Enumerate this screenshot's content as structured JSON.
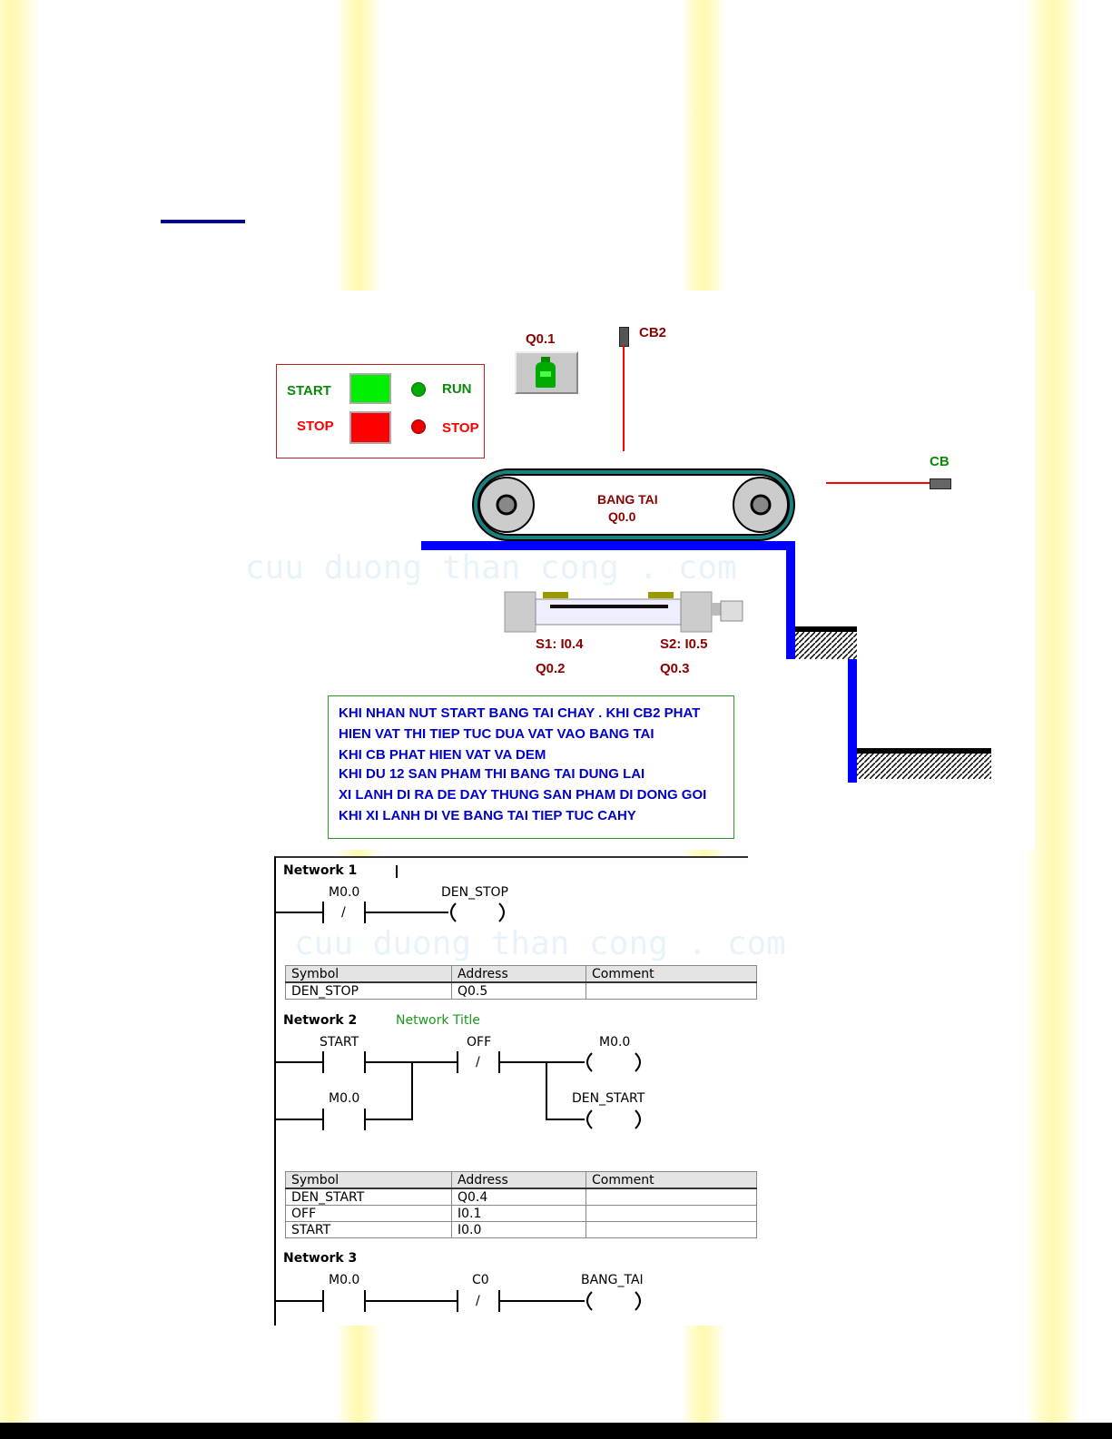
{
  "hmi": {
    "start_label": "START",
    "stop_label": "STOP",
    "run_lamp_label": "RUN",
    "stop_lamp_label": "STOP",
    "q01": "Q0.1",
    "cb2": "CB2",
    "cb": "CB",
    "conveyor_title": "BANG TAI",
    "conveyor_addr": "Q0.0",
    "s1": "S1: I0.4",
    "s2": "S2: I0.5",
    "q02": "Q0.2",
    "q03": "Q0.3"
  },
  "watermark": "cuu duong than cong . com",
  "notes": [
    "KHI NHAN NUT START BANG TAI CHAY . KHI CB2 PHAT",
    "HIEN VAT THI TIEP TUC DUA VAT VAO BANG TAI",
    "KHI CB PHAT HIEN VAT VA DEM",
    "KHI DU 12 SAN PHAM THI BANG TAI DUNG LAI",
    "XI LANH DI RA DE DAY THUNG SAN PHAM DI DONG GOI",
    "KHI XI LANH DI VE BANG TAI TIEP TUC CAHY"
  ],
  "ladder": {
    "n1": {
      "title": "Network 1",
      "contact": "M0.0",
      "coil": "DEN_STOP"
    },
    "n2": {
      "title": "Network 2",
      "subtitle": "Network Title",
      "c1": "START",
      "c2": "M0.0",
      "c3": "OFF",
      "coil1": "M0.0",
      "coil2": "DEN_START"
    },
    "n3": {
      "title": "Network 3",
      "c1": "M0.0",
      "c2": "C0",
      "coil": "BANG_TAI"
    },
    "headers": [
      "Symbol",
      "Address",
      "Comment"
    ],
    "t1": [
      [
        "DEN_STOP",
        "Q0.5",
        ""
      ]
    ],
    "t2": [
      [
        "DEN_START",
        "Q0.4",
        ""
      ],
      [
        "OFF",
        "I0.1",
        ""
      ],
      [
        "START",
        "I0.0",
        ""
      ]
    ],
    "slash": "/"
  },
  "colors": {
    "start": "#00ee00",
    "stop": "#ff0000",
    "belt": "#0000ff",
    "text_dark": "#8b0000",
    "note": "#0000c8"
  }
}
